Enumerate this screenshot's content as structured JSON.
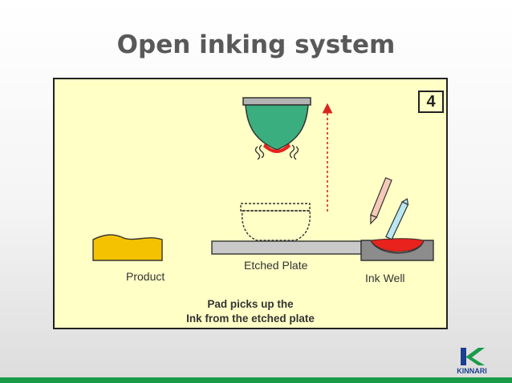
{
  "slide": {
    "title": "Open inking system"
  },
  "diagram": {
    "step_number": "4",
    "labels": {
      "product": "Product",
      "etched_plate": "Etched Plate",
      "ink_well": "Ink Well"
    },
    "caption": {
      "line1": "Pad picks up the",
      "line2": "Ink from the etched plate"
    },
    "colors": {
      "background": "#ffffc6",
      "pad": "#3aae7e",
      "ink": "#e8221c",
      "product": "#f5c200",
      "plate": "#c9c9c9",
      "ink_well": "#8c8c8c",
      "motion_arrow": "#d9251d",
      "doctor_blade": "#f6c9b8",
      "scraper": "#b9e7f3"
    }
  },
  "footer": {
    "logo_text": "KINNARI",
    "bar_color": "#1a9b48"
  }
}
